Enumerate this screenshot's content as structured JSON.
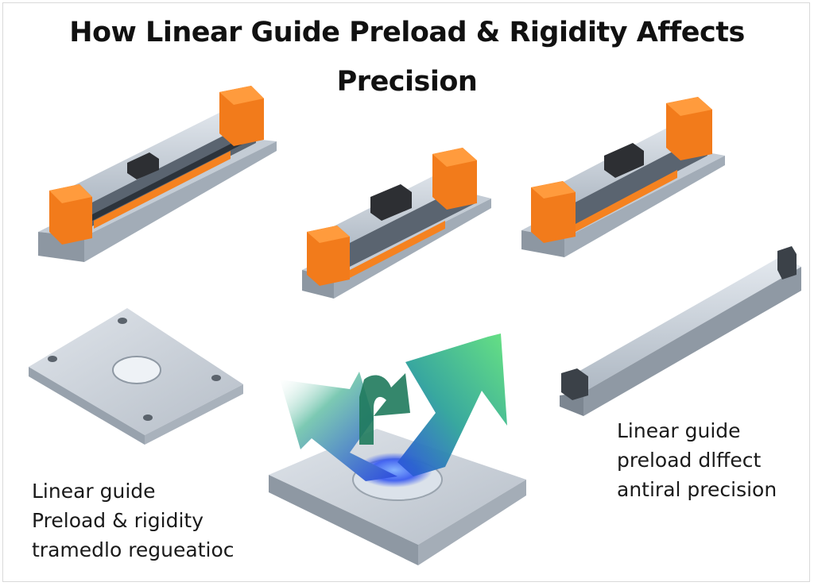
{
  "title": {
    "line1": "How Linear Guide Preload & Rigidity Affects",
    "line2": "Precision"
  },
  "caption_left": {
    "line1": "Linear guide",
    "line2": "Preload & rigidity",
    "line3": "tramedlo regueatioc"
  },
  "caption_right": {
    "line1": "Linear guide",
    "line2": "preload dlffect",
    "line3": "antiral precision"
  },
  "colors": {
    "accent_orange": "#f57f17",
    "steel": "#b9c2cc",
    "arrow_green": "#4fd67a",
    "arrow_blue": "#3a5fe0"
  }
}
